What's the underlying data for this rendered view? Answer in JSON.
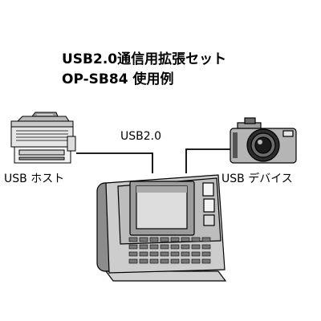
{
  "title": {
    "line1": "USB2.0通信用拡張セット",
    "line2": "OP-SB84 使用例"
  },
  "labels": {
    "usb_host": "USB ホスト",
    "usb_cable": "USB2.0",
    "usb_device": "USB デバイス"
  },
  "icons": {
    "printer": "printer-icon",
    "camera": "camera-icon",
    "terminal": "telephone-terminal-icon"
  }
}
